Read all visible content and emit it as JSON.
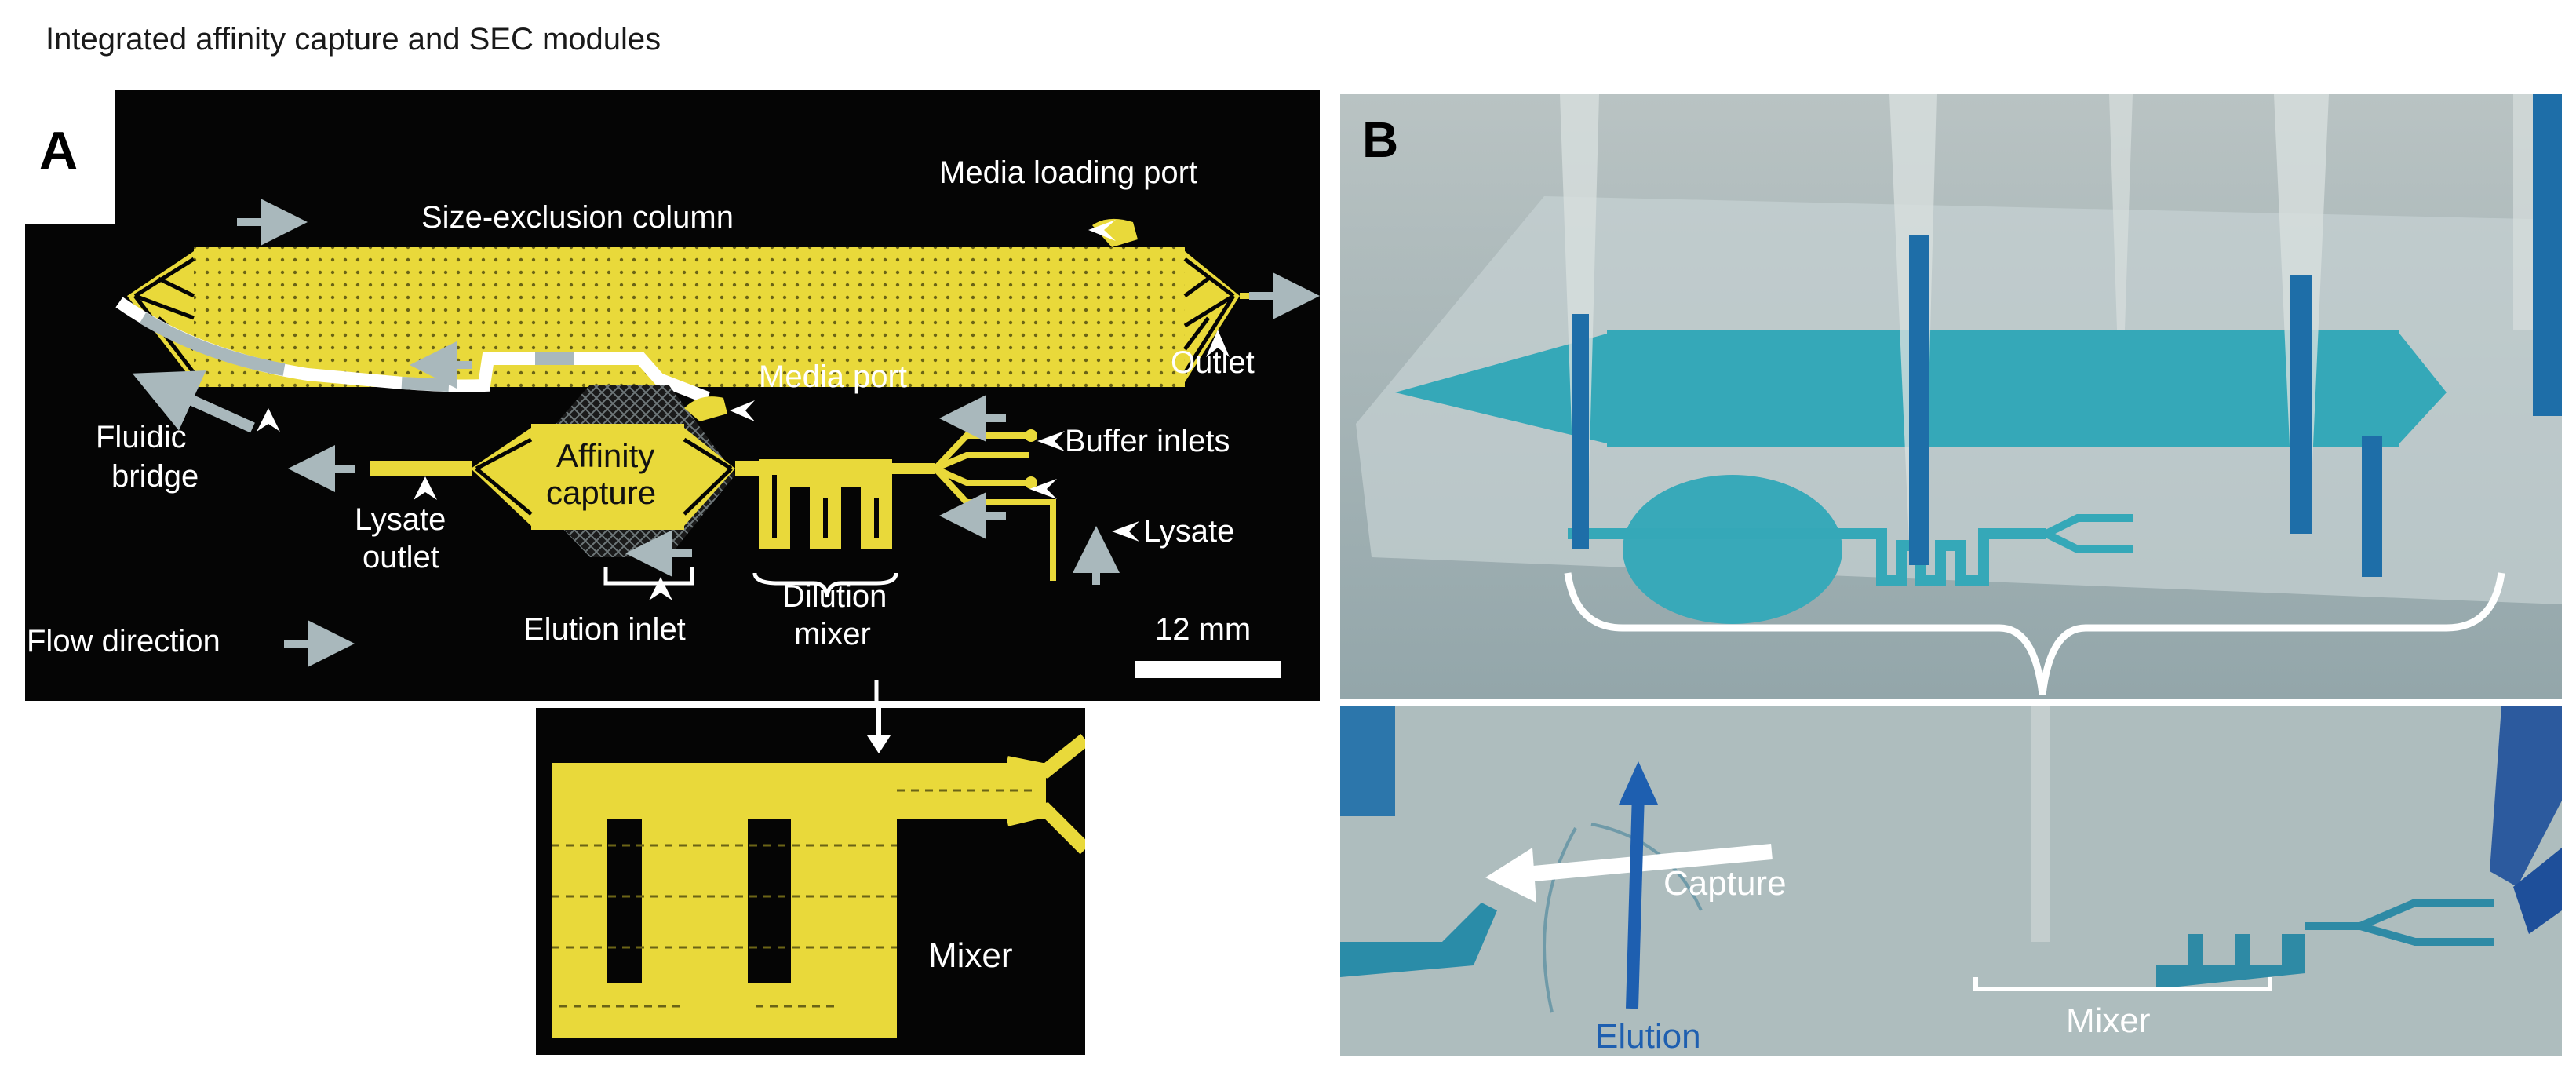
{
  "page": {
    "title": "Integrated affinity capture and SEC modules"
  },
  "panel_a": {
    "letter": "A",
    "labels": {
      "size_exclusion_column": "Size-exclusion column",
      "media_loading_port": "Media loading port",
      "outlet": "Outlet",
      "media_port": "Media port",
      "fluidic": "Fluidic",
      "bridge": "bridge",
      "affinity": "Affinity",
      "capture": "capture",
      "buffer_inlets": "Buffer inlets",
      "lysate": "Lysate",
      "lysate_outlet_line1": "Lysate",
      "lysate_outlet_line2": "outlet",
      "elution_inlet": "Elution inlet",
      "dilution": "Dilution",
      "mixer": "mixer",
      "flow_direction": "Flow direction",
      "scale": "12 mm"
    },
    "zoom_label": "Mixer"
  },
  "panel_b": {
    "letter": "B",
    "labels": {
      "capture": "Capture",
      "elution": "Elution",
      "mixer": "Mixer"
    }
  },
  "colors": {
    "channel_yellow": "#e9d93a",
    "background_black": "#050505",
    "arrow_gray": "#a9b8bc",
    "dye_blue": "#1670a8",
    "cyan": "#35a8b8"
  }
}
